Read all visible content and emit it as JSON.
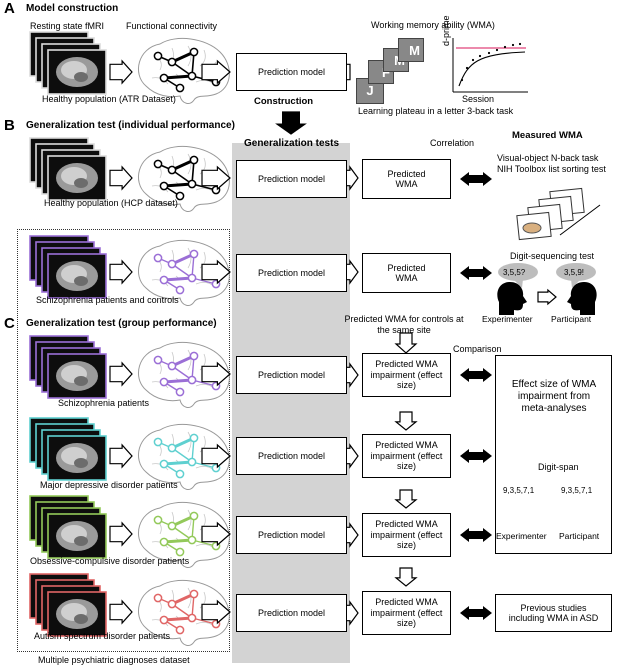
{
  "colors": {
    "hcp": "#222222",
    "schizophrenia": "#9b6fd6",
    "depression": "#5fd0d0",
    "ocd": "#93c95a",
    "autism": "#e06666",
    "gray_panel": "#d3d3d3",
    "wma_curve": "#e0447a"
  },
  "sectionA": {
    "letter": "A",
    "title": "Model construction",
    "fmri_label": "Resting state fMRI",
    "fc_label": "Functional connectivity",
    "dataset_label": "Healthy population (ATR Dataset)",
    "box": "Prediction model",
    "wma_label": "Working memory ability (WMA)",
    "yaxis": "d-prime",
    "xaxis": "Session",
    "plateau_label": "Learning plateau in a letter 3-back task",
    "cards": [
      "J",
      "F",
      "M",
      "M"
    ],
    "construction": "Construction"
  },
  "sectionB": {
    "letter": "B",
    "title": "Generalization test (individual performance)",
    "gray_title": "Generalization tests",
    "correlation": "Correlation",
    "measured": "Measured WMA",
    "hcp_label": "Healthy population (HCP dataset)",
    "box": "Prediction model",
    "predicted": "Predicted WMA",
    "nback": "Visual-object N-back task",
    "nih": "NIH Toolbox list sorting test",
    "scz_label": "Schizophrenia patients and controls",
    "digit_seq": "Digit-sequencing test",
    "bubble_left": "3,5,5?",
    "bubble_right": "3,5,9!",
    "experimenter": "Experimenter",
    "participant": "Participant"
  },
  "sectionC": {
    "letter": "C",
    "title": "Generalization test (group performance)",
    "controls_note": "Predicted WMA for controls at the same site",
    "comparison": "Comparison",
    "box": "Prediction model",
    "predicted": "Predicted WMA impairment (effect size)",
    "groups": [
      "Schizophrenia patients",
      "Major depressive disorder patients",
      "Obsessive-compulsive disorder patients",
      "Autism spectrum disorder patients"
    ],
    "effect_title": "Effect size of WMA impairment from meta-analyses",
    "digit_span": "Digit-span",
    "span_left": "9,3,5,7,1",
    "span_right": "9,3,5,7,1",
    "experimenter": "Experimenter",
    "participant": "Participant",
    "asd_box": "Previous studies including WMA in ASD",
    "dataset": "Multiple psychiatric diagnoses dataset"
  }
}
